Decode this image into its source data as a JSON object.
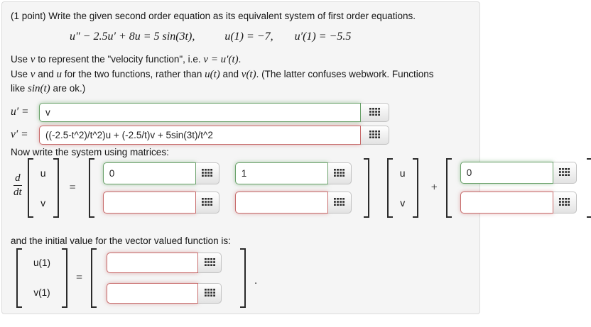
{
  "problem": {
    "points_and_prompt": "(1 point) Write the given second order equation as its equivalent system of first order equations.",
    "equation": "u″ − 2.5u′ + 8u = 5 sin(3t),",
    "initial_condition_1": "u(1) = −7,",
    "initial_condition_2": "u′(1) = −5.5"
  },
  "usage": {
    "l1": [
      "Use ",
      "v",
      " to represent the \"velocity function\", i.e. ",
      "v = u′(t)",
      "."
    ],
    "l2": [
      "Use ",
      "v",
      " and ",
      "u",
      " for the two functions, rather than ",
      "u(t)",
      " and ",
      "v(t)",
      ". (The latter confuses webwork. Functions"
    ],
    "l3": [
      "like ",
      "sin(t)",
      " are ok.)"
    ]
  },
  "answers": {
    "uprime": {
      "label": "u′ =",
      "value": "v",
      "status": "correct"
    },
    "vprime": {
      "label": "v′ =",
      "value": "((-2.5-t^2)/t^2)u + (-2.5/t)v + 5sin(3t)/t^2",
      "status": "incorrect"
    }
  },
  "matrix_section": {
    "heading": "Now write the system using matrices:",
    "ddt_numerator": "d",
    "ddt_denominator": "dt",
    "equals": "=",
    "plus": "+",
    "state_vector": [
      "u",
      "v"
    ],
    "coefficient_matrix": [
      {
        "value": "0",
        "status": "correct"
      },
      {
        "value": "1",
        "status": "correct"
      },
      {
        "value": "",
        "status": "incorrect"
      },
      {
        "value": "",
        "status": "incorrect"
      }
    ],
    "forcing_vector": [
      {
        "value": "0",
        "status": "correct"
      },
      {
        "value": "",
        "status": "incorrect"
      }
    ]
  },
  "initial_section": {
    "heading": "and the initial value for the vector valued function is:",
    "vector_labels": [
      "u(1)",
      "v(1)"
    ],
    "equals": "=",
    "values": [
      {
        "value": "",
        "status": "incorrect"
      },
      {
        "value": "",
        "status": "incorrect"
      }
    ],
    "period": "."
  },
  "colors": {
    "correct_border": "#69a169",
    "incorrect_border": "#c76a6a",
    "panel_background": "#f5f5f5",
    "panel_border": "#dcdcdc"
  },
  "icons": {
    "keyboard": "keyboard-grid-icon"
  }
}
